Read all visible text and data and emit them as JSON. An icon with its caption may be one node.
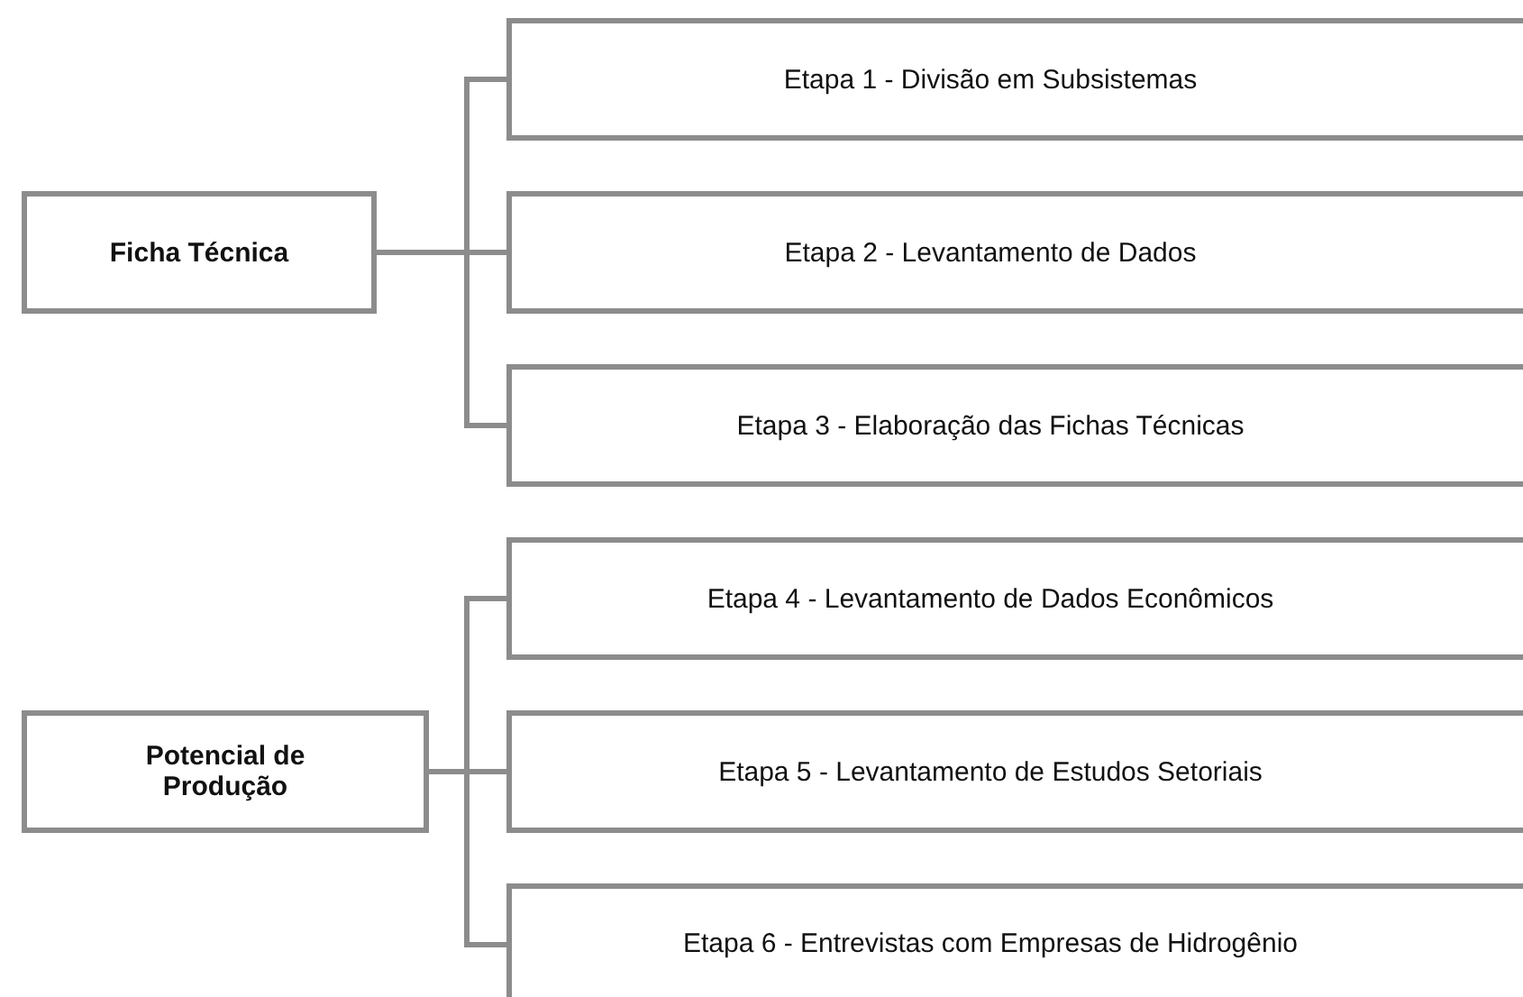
{
  "diagram": {
    "nodes": [
      {
        "text": [
          "Ficha Técnica"
        ]
      },
      {
        "text": [
          "Etapa 1 - Divisão em Subsistemas"
        ]
      },
      {
        "text": [
          "Etapa 2 - Levantamento de Dados"
        ]
      },
      {
        "text": [
          "Etapa 3 - Elaboração das Fichas Técnicas"
        ]
      },
      {
        "text": [
          "Potencial de Produção"
        ]
      },
      {
        "text": [
          "Etapa 4 - Levantamento de Dados Econômicos"
        ]
      },
      {
        "text": [
          "Etapa 5 - Levantamento de Estudos Setoriais"
        ]
      },
      {
        "text": [
          "Etapa 6 - Entrevistas com Empresas de Hidrogênio"
        ]
      }
    ],
    "edges": [
      {
        "from": 0,
        "to": 1,
        "arrow": "none"
      },
      {
        "from": 0,
        "to": 2,
        "arrow": "none"
      },
      {
        "from": 0,
        "to": 3,
        "arrow": "none"
      },
      {
        "from": 4,
        "to": 5,
        "arrow": "none"
      },
      {
        "from": 4,
        "to": 6,
        "arrow": "none"
      },
      {
        "from": 4,
        "to": 7,
        "arrow": "none"
      }
    ]
  }
}
